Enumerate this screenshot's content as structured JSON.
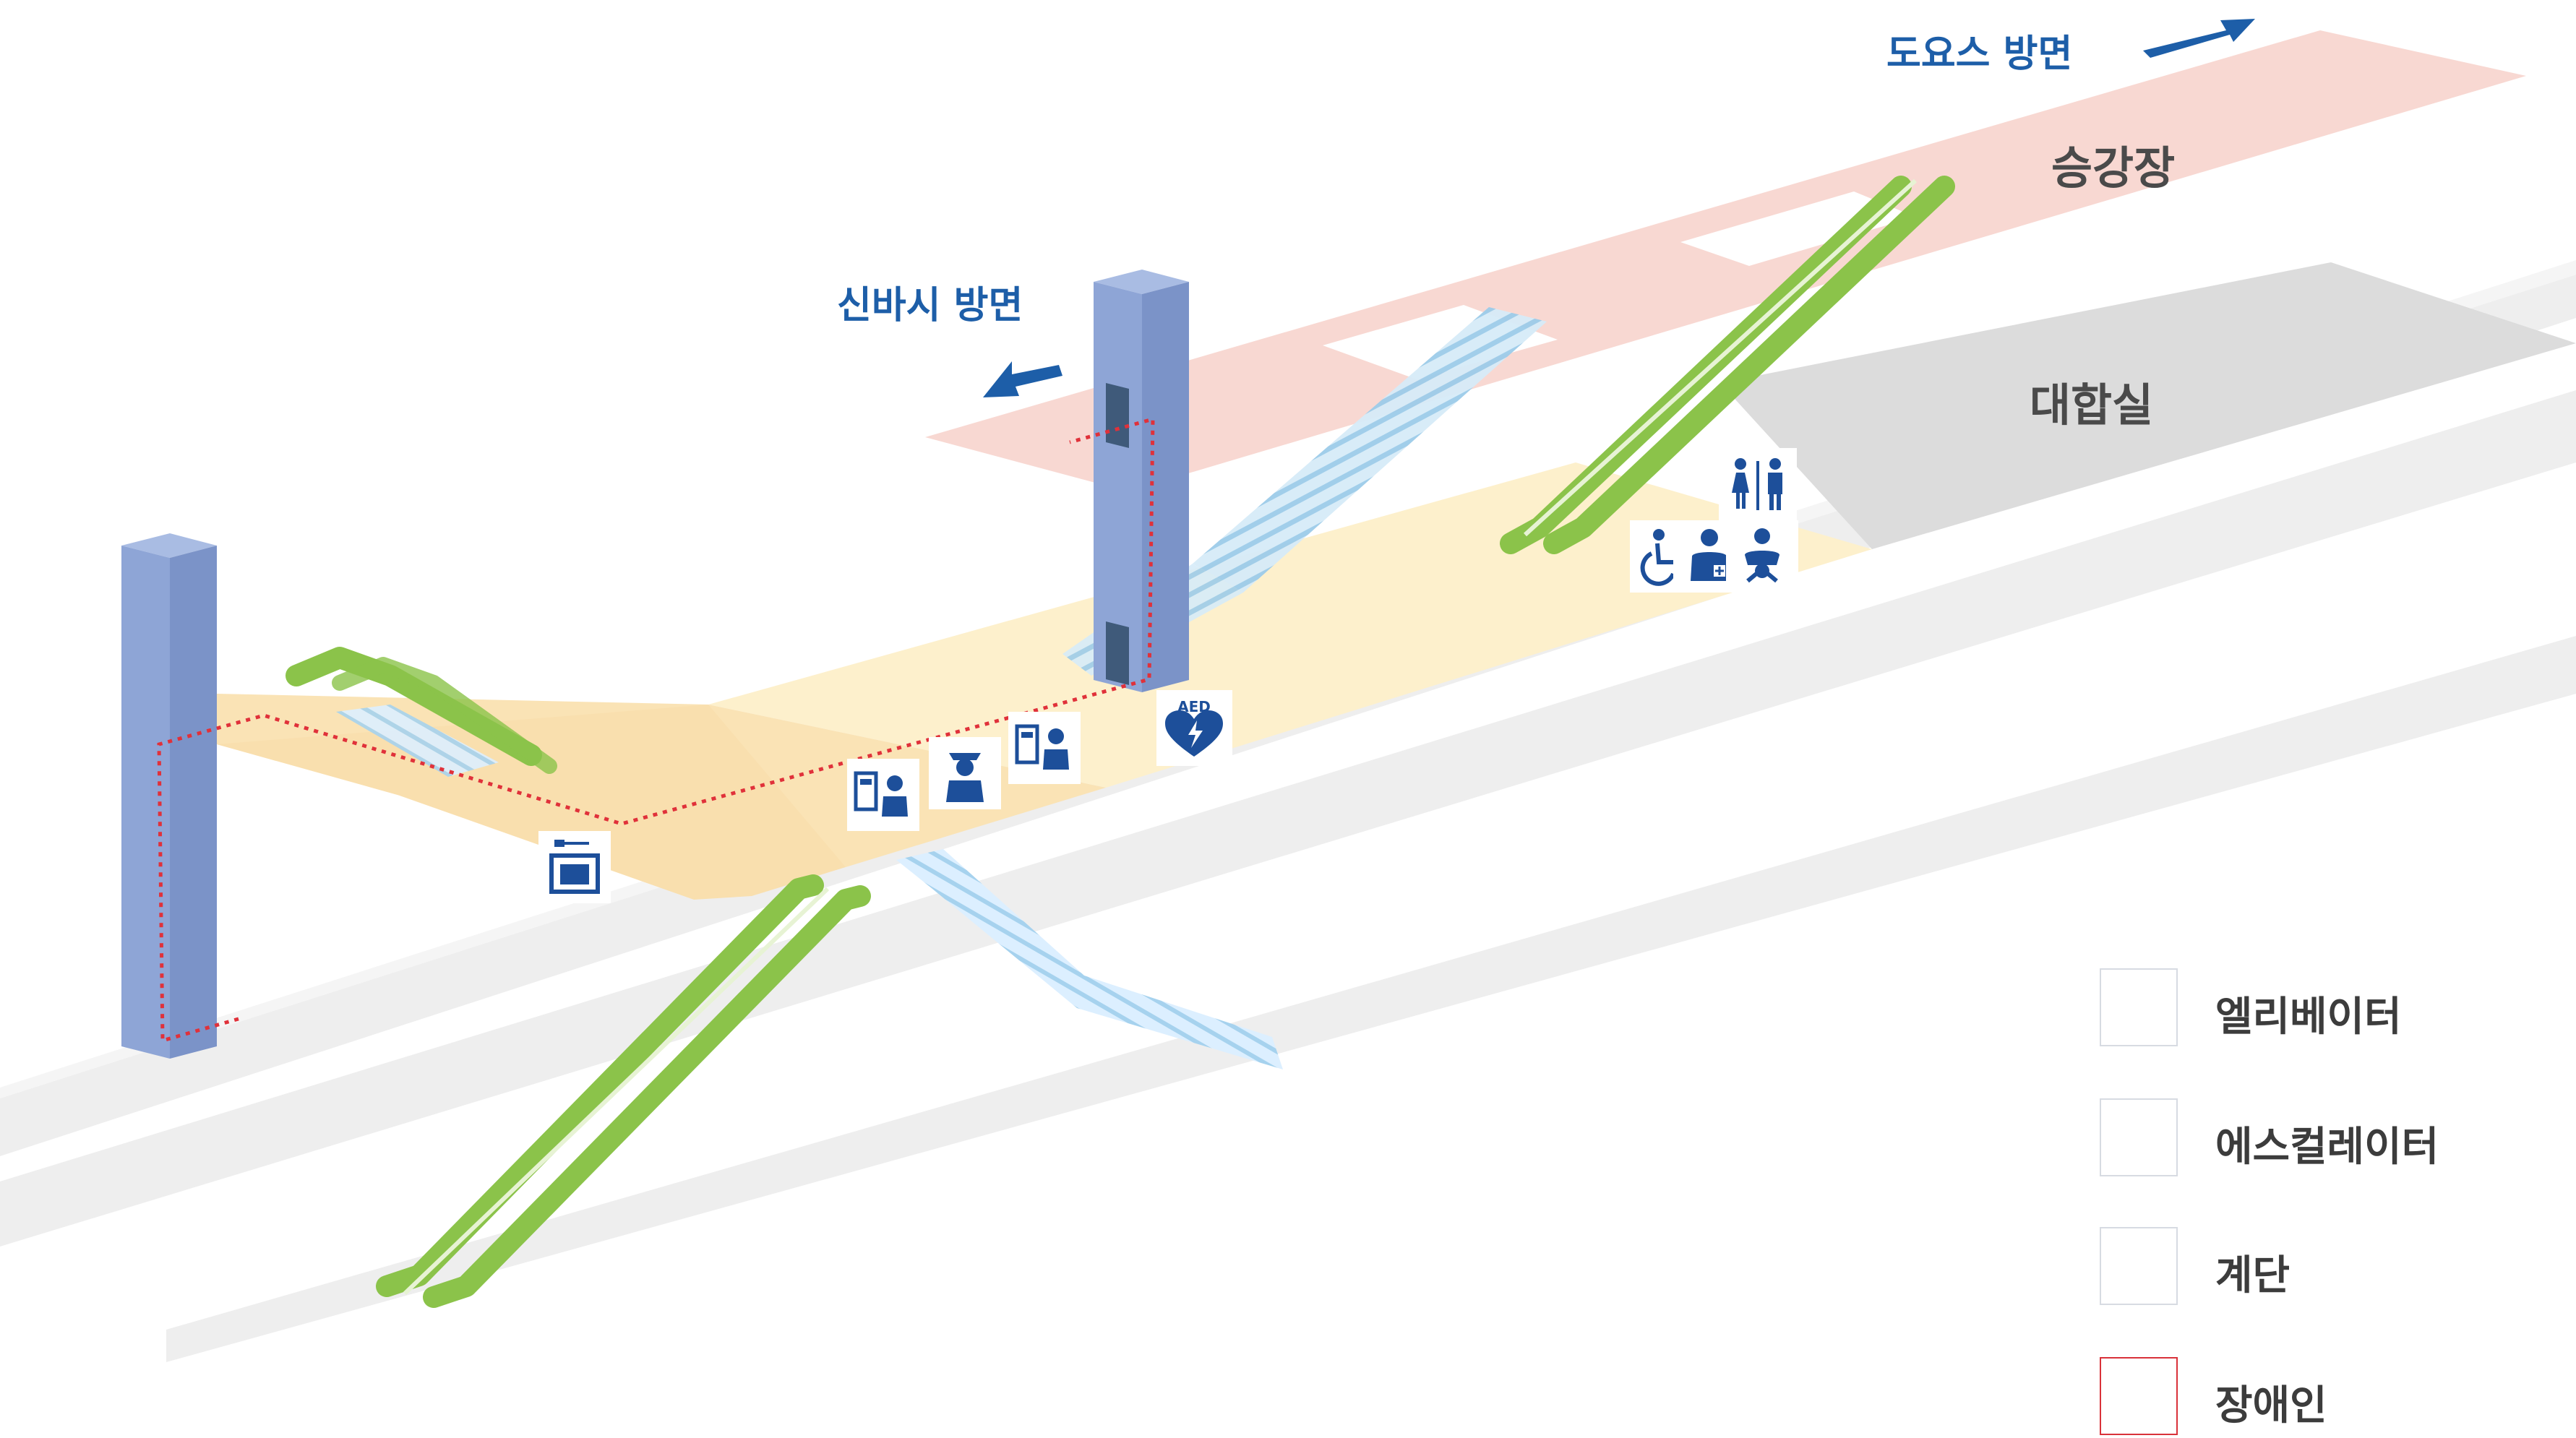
{
  "directions": {
    "toyosu": "도요스 방면",
    "shinbashi": "신바시 방면"
  },
  "areas": {
    "platform": "승강장",
    "concourse": "대합실"
  },
  "icons": {
    "aed_text": "AED",
    "list": [
      "key-box-icon",
      "ticket-machine-icon",
      "station-staff-icon",
      "ticket-counter-icon",
      "aed-icon",
      "restroom-icon",
      "wheelchair-icon",
      "ostomate-icon",
      "baby-changing-icon"
    ]
  },
  "legend": {
    "elevator": "엘리베이터",
    "escalator": "에스컬레이터",
    "stairs": "계단",
    "accessible_route": "장애인"
  },
  "colors": {
    "elevator": "#8ea5d6",
    "escalator": "#8bc34a",
    "stairs": "#cfe6f7",
    "accessible_route": "#e0313a",
    "platform": "#f8d8d2",
    "concourse": "#dcdcdc",
    "floor": "#fdf0cc",
    "direction": "#1d5ea8"
  }
}
